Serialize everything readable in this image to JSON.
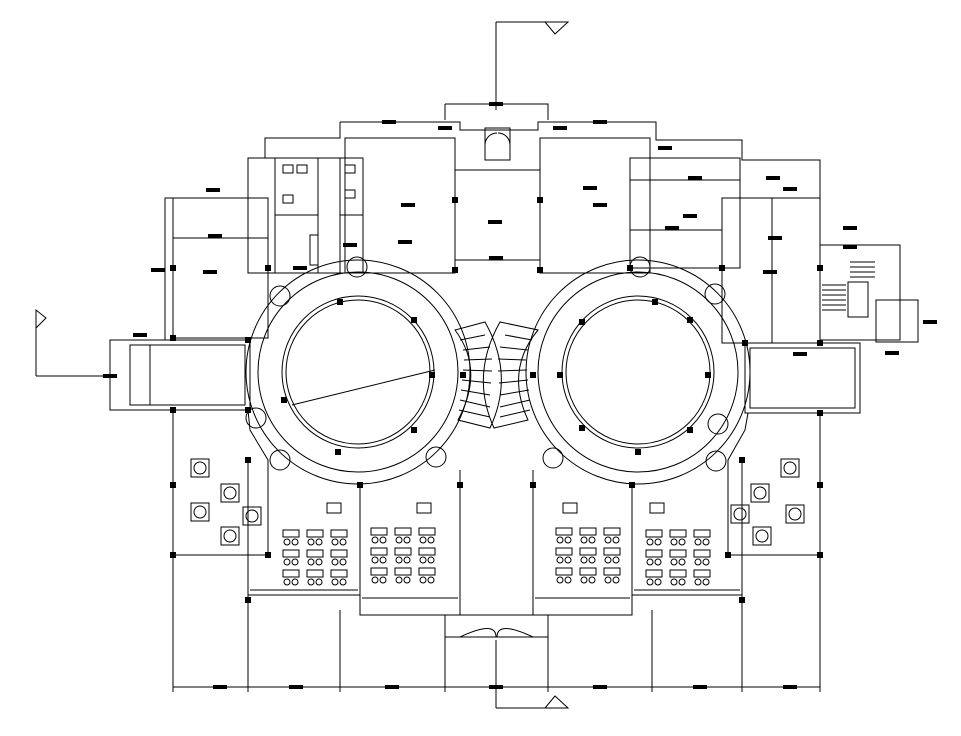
{
  "drawing": {
    "stroke_color": "#000000",
    "background_color": "#ffffff",
    "section_markers": [
      "section-marker-top",
      "section-marker-bottom",
      "section-marker-left"
    ]
  }
}
